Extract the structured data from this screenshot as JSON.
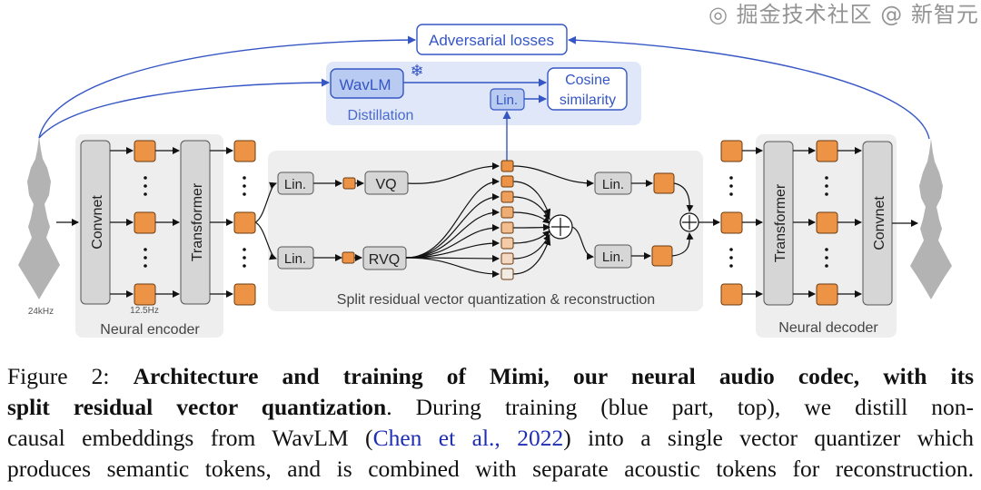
{
  "diagram": {
    "adversarial_losses": "Adversarial losses",
    "wavlm": "WavLM",
    "distillation": "Distillation",
    "lin": "Lin.",
    "cosine_line1": "Cosine",
    "cosine_line2": "similarity",
    "convnet": "Convnet",
    "transformer": "Transformer",
    "vq": "VQ",
    "rvq": "RVQ",
    "input_rate": "24kHz",
    "frame_rate": "12.5Hz",
    "neural_encoder": "Neural encoder",
    "neural_decoder": "Neural decoder",
    "srvq_label": "Split residual vector quantization & reconstruction",
    "colors": {
      "blue": "#3556c4",
      "token": "#ec9346",
      "panel": "#eeeeee",
      "blue_panel": "#dfe7f8",
      "block": "#d6d6d6"
    }
  },
  "caption": {
    "figure_label": "Figure 2:",
    "bold_1": "Architecture and training of Mimi, our neural audio codec, with its",
    "bold_2": "split residual vector quantization",
    "line2_rest": ". During training (blue part, top), we distill non-",
    "line3_a": "causal embeddings from WavLM (",
    "citation": "Chen et al., 2022",
    "line3_b": ") into a single vector quantizer which",
    "line4": "produces semantic tokens, and is combined with separate acoustic tokens for reconstruction."
  },
  "watermark": "掘金技术社区 @ 新智元"
}
